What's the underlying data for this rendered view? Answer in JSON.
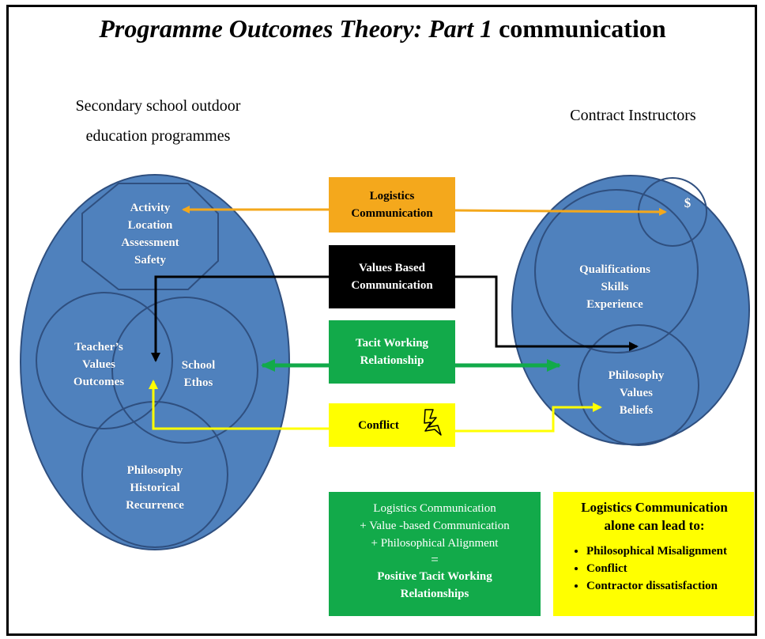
{
  "title": {
    "italic": "Programme Outcomes Theory: Part 1",
    "bold": "communication"
  },
  "left_heading": {
    "line1": "Secondary school outdoor",
    "line2": "education programmes"
  },
  "right_heading": "Contract Instructors",
  "left_zones": {
    "activity": [
      "Activity",
      "Location",
      "Assessment",
      "Safety"
    ],
    "teacher": [
      "Teacher’s",
      "Values",
      "Outcomes"
    ],
    "school": [
      "School",
      "Ethos"
    ],
    "philosophy": [
      "Philosophy",
      "Historical",
      "Recurrence"
    ]
  },
  "right_zones": {
    "money": "$",
    "qualifications": [
      "Qualifications",
      "Skills",
      "Experience"
    ],
    "philosophy": [
      "Philosophy",
      "Values",
      "Beliefs"
    ]
  },
  "links": {
    "logistics": [
      "Logistics",
      "Communication"
    ],
    "values": [
      "Values Based",
      "Communication"
    ],
    "tacit": [
      "Tacit Working",
      "Relationship"
    ],
    "conflict": "Conflict"
  },
  "summary": {
    "lines": [
      "Logistics Communication",
      "+ Value -based Communication",
      "+ Philosophical Alignment",
      "="
    ],
    "result": [
      "Positive Tacit Working",
      "Relationships"
    ]
  },
  "note": {
    "title": [
      "Logistics Communication",
      "alone can lead to:"
    ],
    "items": [
      "Philosophical Misalignment",
      "Conflict",
      "Contractor dissatisfaction"
    ]
  },
  "colors": {
    "blob_fill": "#4f81bd",
    "blob_stroke": "#2f4f7f",
    "orange": "#f4a81c",
    "black": "#000000",
    "green": "#12aa4a",
    "yellow": "#ffff00"
  },
  "icons": {
    "conflict": "lightning-bolt-icon"
  }
}
